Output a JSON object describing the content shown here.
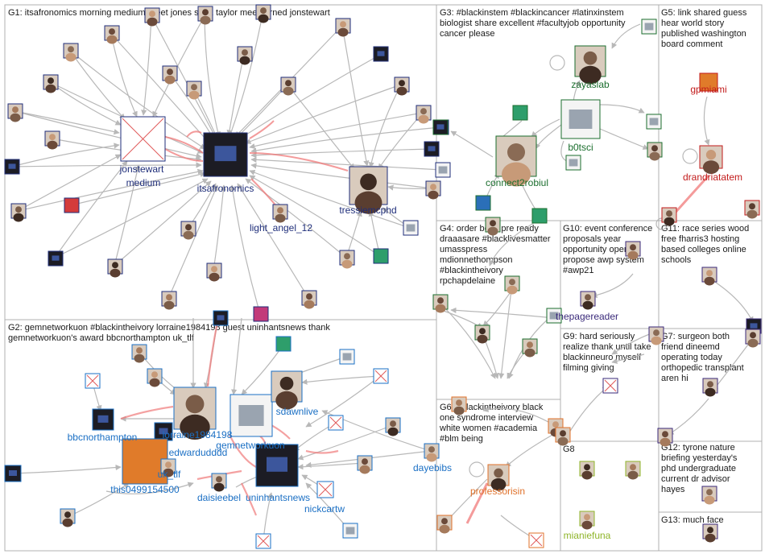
{
  "colors": {
    "background": "#ffffff",
    "panel_border": "#b0b0b0",
    "edge": "#b8b8b8",
    "edge_red": "#f07a7a",
    "g1_label": "#1f2e7a",
    "g2_label": "#1a6fc4",
    "g3_label": "#1b6e2e",
    "g5_label": "#c21b1b",
    "g6_label": "#e0712a",
    "g8_label": "#8fb52a",
    "g10_label": "#3a2a7a"
  },
  "groups": [
    {
      "id": "G1",
      "lines": [
        "G1: itsafronomics morning medium greet jones stark taylor meet turned jonstewart"
      ]
    },
    {
      "id": "G2",
      "lines": [
        "G2: gemnetworkuon #blackintheivory lorraine1984198 guest uninhantsnews thank",
        "gemnetworkuon's award bbcnorthampton uk_tlf"
      ]
    },
    {
      "id": "G3",
      "lines": [
        "G3: #blackinstem #blackincancer #latinxinstem",
        "biologist share excellent #facultyjob opportunity",
        "cancer please"
      ]
    },
    {
      "id": "G4",
      "lines": [
        "G4: order book pre ready",
        "draaasare #blacklivesmatter",
        "umasspress",
        "mdionnethompson",
        "#blackintheivory",
        "rpchapdelaine"
      ]
    },
    {
      "id": "G5",
      "lines": [
        "G5: link shared guess",
        "hear world story",
        "published washington",
        "board comment"
      ]
    },
    {
      "id": "G6",
      "lines": [
        "G6: #blackintheivory black",
        "one syndrome interview",
        "white women #academia",
        "#blm being"
      ]
    },
    {
      "id": "G7",
      "lines": [
        "G7: surgeon both",
        "friend dineemd",
        "operating today",
        "orthopedic transplant",
        "aren hi"
      ]
    },
    {
      "id": "G8",
      "lines": [
        "G8"
      ]
    },
    {
      "id": "G9",
      "lines": [
        "G9: hard seriously",
        "realize thank until take",
        "blackinneuro myself",
        "filming giving"
      ]
    },
    {
      "id": "G10",
      "lines": [
        "G10: event conference",
        "proposals year",
        "opportunity opening",
        "propose awp system",
        "#awp21"
      ]
    },
    {
      "id": "G11",
      "lines": [
        "G11: race series wood",
        "free fharris3 hosting",
        "based colleges online",
        "schools"
      ]
    },
    {
      "id": "G12",
      "lines": [
        "G12: tyrone nature",
        "briefing yesterday's",
        "phd undergraduate",
        "current dr advisor",
        "hayes"
      ]
    },
    {
      "id": "G13",
      "lines": [
        "G13: much face"
      ]
    }
  ],
  "labels": {
    "jonstewart": "jonstewart",
    "medium": "medium",
    "itsafronomics": "itsafronomics",
    "light_angel_12": "light_angel_12",
    "tressiemcphd": "tressiemcphd",
    "bbcnorthampton": "bbcnorthampton",
    "lorraine1984198": "lorraine1984198",
    "edwardudddd": "edwardudddd",
    "gemnetworkuon": "gemnetworkuon",
    "sdawnlive": "sdawnlive",
    "uk_tlf": "uk_tlf",
    "this0499154500": "this0499154500",
    "daisieebel": "daisieebel",
    "uninhantsnews": "uninhantsnews",
    "nickcartw": "nickcartw",
    "dayebibs": "dayebibs",
    "zayaslab": "zayaslab",
    "b0tsci": "b0tsci",
    "connect2robiul": "connect2robiul",
    "gpmiami": "gpmiami",
    "drandriatatem": "drandriatatem",
    "thepagereader": "thepagereader",
    "professorisin": "professorisin",
    "mianiefuna": "mianiefuna"
  }
}
